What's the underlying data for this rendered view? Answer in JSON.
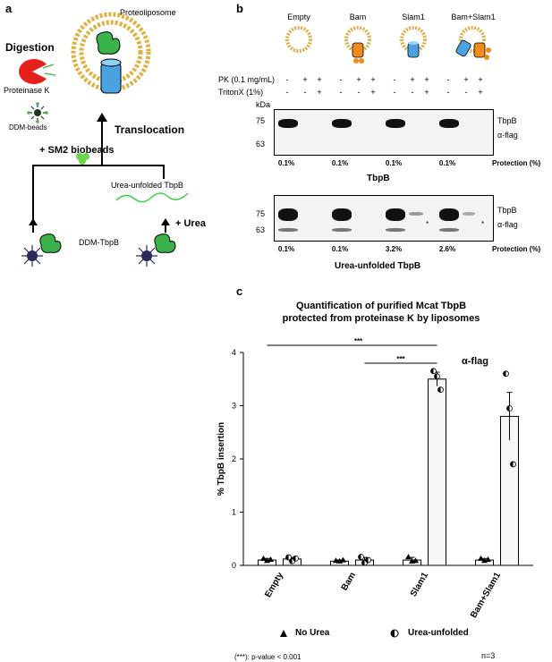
{
  "panel_a": {
    "letter": "a",
    "digestion": "Digestion",
    "proteinase_k": "Proteinase K",
    "ddm_beads": "DDM-beads",
    "proteoliposome": "Proteoliposome",
    "translocation": "Translocation",
    "sm2_biobeads": "+ SM2 biobeads",
    "urea_unfolded": "Urea-unfolded TbpB",
    "plus_urea": "+ Urea",
    "ddm_tbpb": "DDM-TbpB"
  },
  "panel_b": {
    "letter": "b",
    "conditions": [
      "Empty",
      "Bam",
      "Slam1",
      "Bam+Slam1"
    ],
    "pk_label": "PK (0.1 mg/mL)",
    "tritonx_label": "TritonX (1%)",
    "pk_signs": [
      "-",
      "+",
      "+",
      "-",
      "+",
      "+",
      "-",
      "+",
      "+",
      "-",
      "+",
      "+"
    ],
    "tritonx_signs": [
      "-",
      "-",
      "+",
      "-",
      "-",
      "+",
      "-",
      "-",
      "+",
      "-",
      "-",
      "+"
    ],
    "kda": "kDa",
    "marker_75": "75",
    "marker_63": "63",
    "tbpb_band": "TbpB",
    "alpha_flag": "α-flag",
    "protection_label": "Protection (%)",
    "blot1_title": "TbpB",
    "blot1_protection": [
      "0.1%",
      "0.1%",
      "0.1%",
      "0.1%"
    ],
    "blot2_title": "Urea-unfolded TbpB",
    "blot2_protection": [
      "0.1%",
      "0.1%",
      "3.2%",
      "2.6%"
    ],
    "asterisk": "*"
  },
  "panel_c": {
    "letter": "c",
    "title_line1": "Quantification of purified Mcat TbpB",
    "title_line2": "protected from proteinase K by liposomes",
    "alpha_flag": "α-flag",
    "sig1": "***",
    "sig2": "***",
    "legend_no_urea": "No Urea",
    "legend_urea": "Urea-unfolded",
    "footnote": "(***): p-value < 0.001",
    "n_label": "n=3"
  },
  "chart_data": {
    "type": "bar",
    "title": "Quantification of purified Mcat TbpB protected from proteinase K by liposomes",
    "xlabel": "",
    "ylabel": "% TbpB insertion",
    "ylim": [
      0,
      4
    ],
    "yticks": [
      0,
      1,
      2,
      3,
      4
    ],
    "categories": [
      "Empty",
      "Bam",
      "Slam1",
      "Bam+Slam1"
    ],
    "series": [
      {
        "name": "No Urea",
        "values": [
          0.1,
          0.08,
          0.1,
          0.1
        ],
        "errors": [
          0.03,
          0.02,
          0.05,
          0.03
        ],
        "points": [
          [
            0.12,
            0.08,
            0.1
          ],
          [
            0.08,
            0.07,
            0.09
          ],
          [
            0.15,
            0.07,
            0.08
          ],
          [
            0.12,
            0.08,
            0.1
          ]
        ]
      },
      {
        "name": "Urea-unfolded",
        "values": [
          0.12,
          0.1,
          3.5,
          2.8
        ],
        "errors": [
          0.03,
          0.05,
          0.13,
          0.45
        ],
        "points": [
          [
            0.15,
            0.08,
            0.13
          ],
          [
            0.16,
            0.05,
            0.1
          ],
          [
            3.65,
            3.55,
            3.3
          ],
          [
            3.6,
            2.95,
            1.9
          ]
        ]
      }
    ],
    "grid": false,
    "legend": "bottom"
  }
}
